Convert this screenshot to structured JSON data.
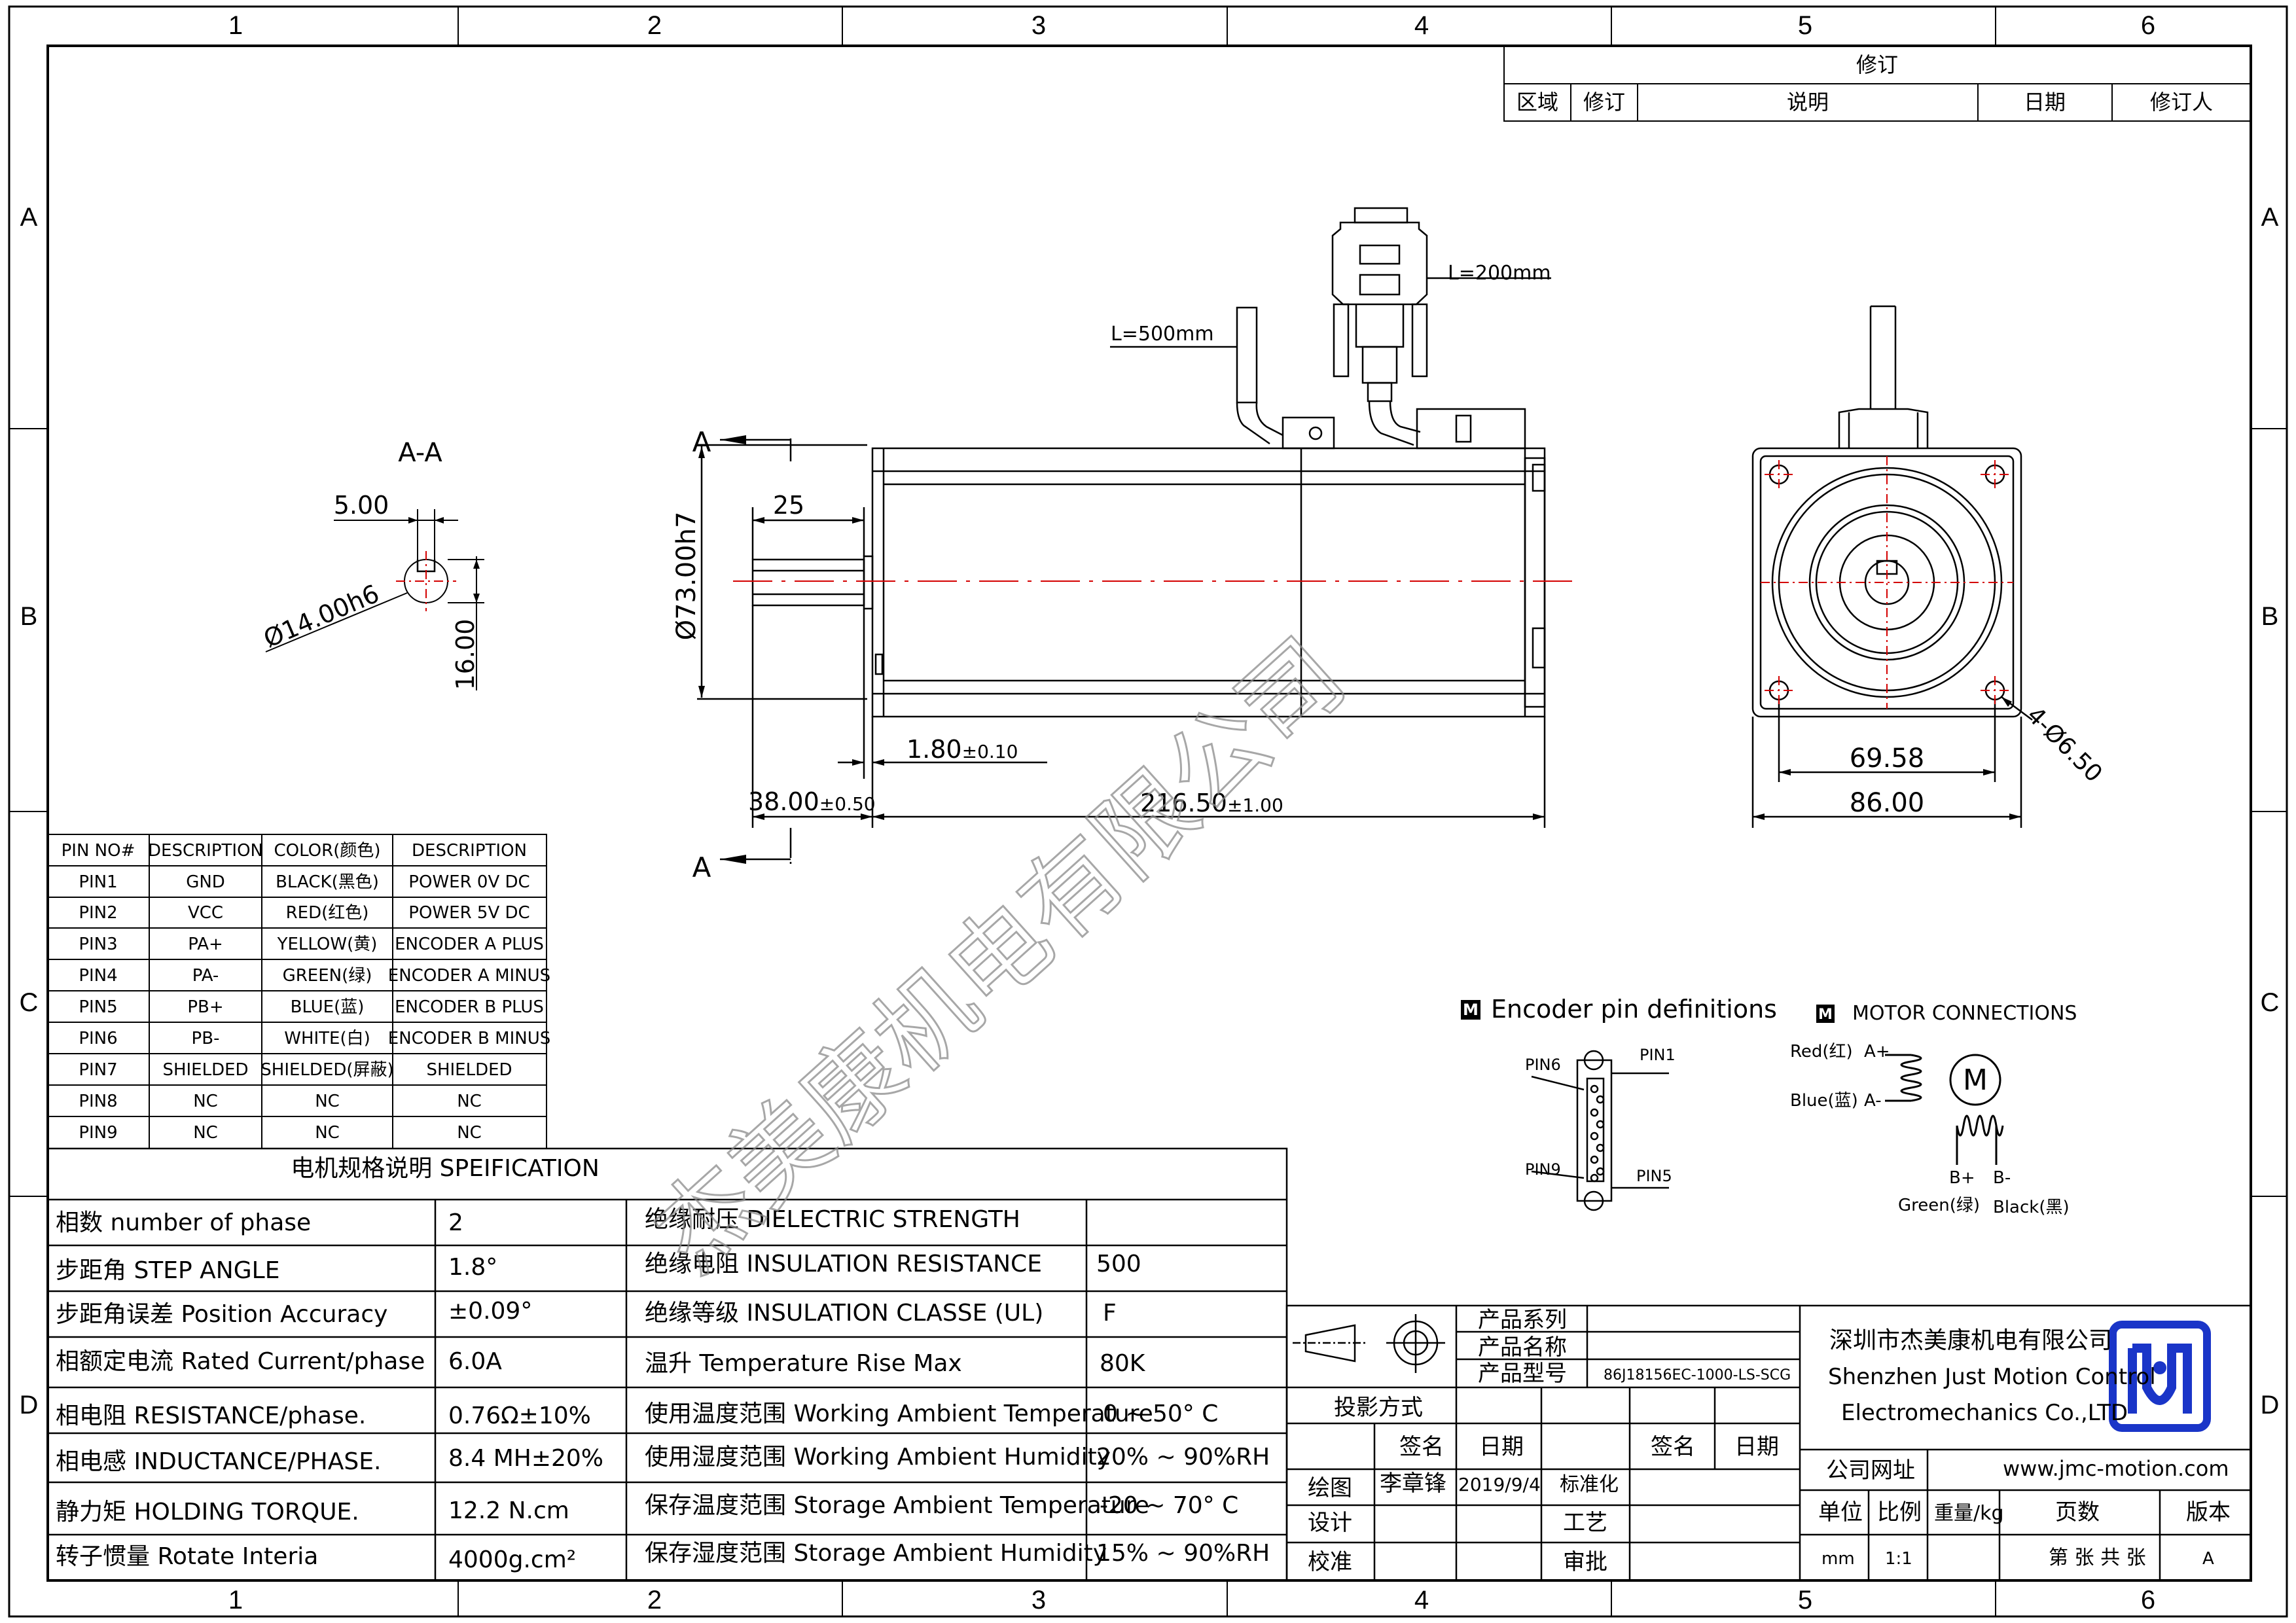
{
  "frame": {
    "columns": [
      "1",
      "2",
      "3",
      "4",
      "5",
      "6"
    ],
    "rows": [
      "A",
      "B",
      "C",
      "D"
    ]
  },
  "revision_block": {
    "title": "修订",
    "headers": [
      "区域",
      "修订",
      "说明",
      "日期",
      "修订人"
    ]
  },
  "section_view": {
    "title": "A-A",
    "keyway_width": "5.00",
    "shaft_diameter": "Ø14.00h6",
    "key_height": "16.00"
  },
  "side_view": {
    "section_mark": "A",
    "cable_power_length": "L=500mm",
    "cable_encoder_length": "L=200mm",
    "shaft_length": "25",
    "flange_diameter": "Ø73.00h7",
    "flange_step": "1.80",
    "flange_step_tol": "±0.10",
    "shaft_extension": "38.00",
    "shaft_extension_tol": "±0.50",
    "body_length": "216.50",
    "body_length_tol": "±1.00"
  },
  "front_view": {
    "bolt_circle": "69.58",
    "frame_size": "86.00",
    "holes": "4-Ø6.50"
  },
  "pin_table": {
    "headers": [
      "PIN NO#",
      "DESCRIPTION",
      "COLOR(颜色)",
      "DESCRIPTION"
    ],
    "rows": [
      [
        "PIN1",
        "GND",
        "BLACK(黑色)",
        "POWER 0V DC"
      ],
      [
        "PIN2",
        "VCC",
        "RED(红色)",
        "POWER 5V DC"
      ],
      [
        "PIN3",
        "PA+",
        "YELLOW(黄)",
        "ENCODER A PLUS"
      ],
      [
        "PIN4",
        "PA-",
        "GREEN(绿)",
        "ENCODER A MINUS"
      ],
      [
        "PIN5",
        "PB+",
        "BLUE(蓝)",
        "ENCODER B PLUS"
      ],
      [
        "PIN6",
        "PB-",
        "WHITE(白)",
        "ENCODER B MINUS"
      ],
      [
        "PIN7",
        "SHIELDED",
        "SHIELDED(屏蔽)",
        "SHIELDED"
      ],
      [
        "PIN8",
        "NC",
        "NC",
        "NC"
      ],
      [
        "PIN9",
        "NC",
        "NC",
        "NC"
      ]
    ]
  },
  "spec_table": {
    "title": "电机规格说明 SPEIFICATION",
    "rows": [
      [
        "相数 number of phase",
        "2",
        "绝缘耐压 DIELECTRIC STRENGTH",
        ""
      ],
      [
        "步距角 STEP ANGLE",
        "1.8°",
        "绝缘电阻 INSULATION RESISTANCE",
        "500"
      ],
      [
        "步距角误差 Position Accuracy",
        "±0.09°",
        "绝缘等级 INSULATION CLASSE (UL)",
        "F"
      ],
      [
        "相额定电流 Rated Current/phase",
        "6.0A",
        "温升 Temperature Rise Max",
        "80K"
      ],
      [
        "相电阻 RESISTANCE/phase.",
        "0.76Ω±10%",
        "使用温度范围 Working Ambient Temperature",
        "0 ~ 50° C"
      ],
      [
        "相电感 INDUCTANCE/PHASE.",
        "8.4 MH±20%",
        "使用湿度范围 Working Ambient Humidity",
        "20% ~ 90%RH"
      ],
      [
        "静力矩 HOLDING TORQUE.",
        "12.2 N.cm",
        "保存温度范围 Storage Ambient Temperature",
        "-20 ~ 70° C"
      ],
      [
        "转子惯量 Rotate Interia",
        "4000g.cm²",
        "保存湿度范围 Storage Ambient Humidity",
        "15% ~ 90%RH"
      ]
    ]
  },
  "encoder_pins": {
    "title": "Encoder pin definitions",
    "pin6": "PIN6",
    "pin1": "PIN1",
    "pin9": "PIN9",
    "pin5": "PIN5"
  },
  "motor_connections": {
    "title": "MOTOR CONNECTIONS",
    "red": "Red(红)",
    "a_plus": "A+",
    "blue": "Blue(蓝)",
    "a_minus": "A-",
    "motor_symbol": "M",
    "b_plus": "B+",
    "b_minus": "B-",
    "green": "Green(绿)",
    "black": "Black(黑)"
  },
  "title_block": {
    "product_series_label": "产品系列",
    "product_name_label": "产品名称",
    "product_model_label": "产品型号",
    "product_model": "86J18156EC-1000-LS-SCG",
    "projection_label": "投影方式",
    "sign_label": "签名",
    "date_label": "日期",
    "drawn_label": "绘图",
    "drawn_by": "李章锋",
    "drawn_date": "2019/9/4",
    "standard_label": "标准化",
    "design_label": "设计",
    "process_label": "工艺",
    "check_label": "校准",
    "approve_label": "审批",
    "company_cn": "深圳市杰美康机电有限公司",
    "company_en_1": "Shenzhen Just Motion Control",
    "company_en_2": "Electromechanics Co.,LTD",
    "website_label": "公司网址",
    "website": "www.jmc-motion.com",
    "unit_label": "单位",
    "scale_label": "比例",
    "weight_label": "重量/kg",
    "pages_label": "页数",
    "version_label": "版本",
    "unit": "mm",
    "scale": "1:1",
    "pages": "第 张 共 张",
    "version": "A"
  },
  "watermark": "杰美康机电有限公司",
  "colors": {
    "line": "#000000",
    "center_line": "#d40000",
    "logo_blue": "#1a35c8",
    "watermark": "#b0b0b0"
  }
}
